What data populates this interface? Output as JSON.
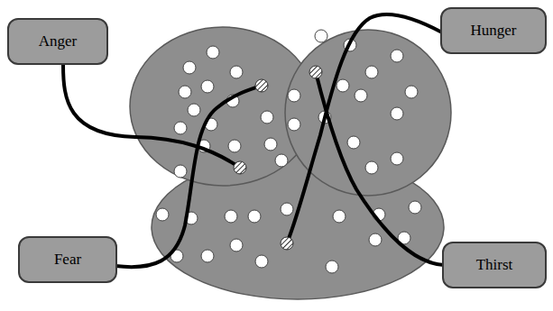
{
  "diagram": {
    "nodes": [
      {
        "text": [
          "Anger"
        ]
      },
      {
        "text": [
          "Hunger"
        ]
      },
      {
        "text": [
          "Fear"
        ]
      },
      {
        "text": [
          "Thirst"
        ]
      }
    ]
  }
}
